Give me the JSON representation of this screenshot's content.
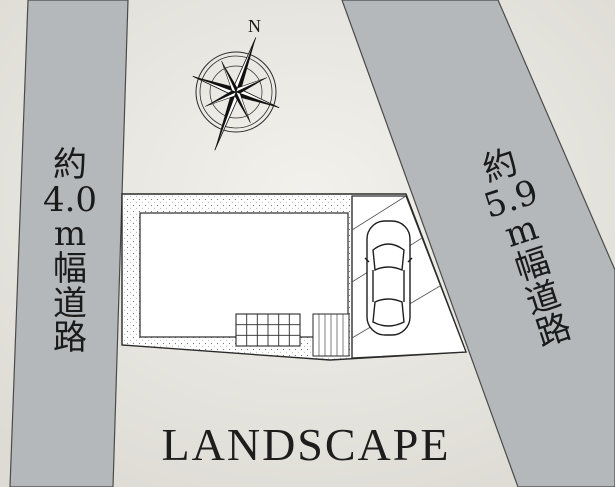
{
  "compass": {
    "north_label": "N"
  },
  "roads": {
    "left": {
      "lines": [
        "約",
        "4.0",
        "m",
        "幅",
        "道",
        "路"
      ]
    },
    "right": {
      "lines": [
        "約",
        "5.9",
        "m",
        "幅",
        "道",
        "路"
      ]
    }
  },
  "footer": {
    "title": "LANDSCAPE"
  },
  "colors": {
    "background": "#e6e4df",
    "road": "#b5b8ba",
    "paper": "#ebeae4",
    "building": "#ffffff",
    "outline": "#2a2a2a"
  }
}
